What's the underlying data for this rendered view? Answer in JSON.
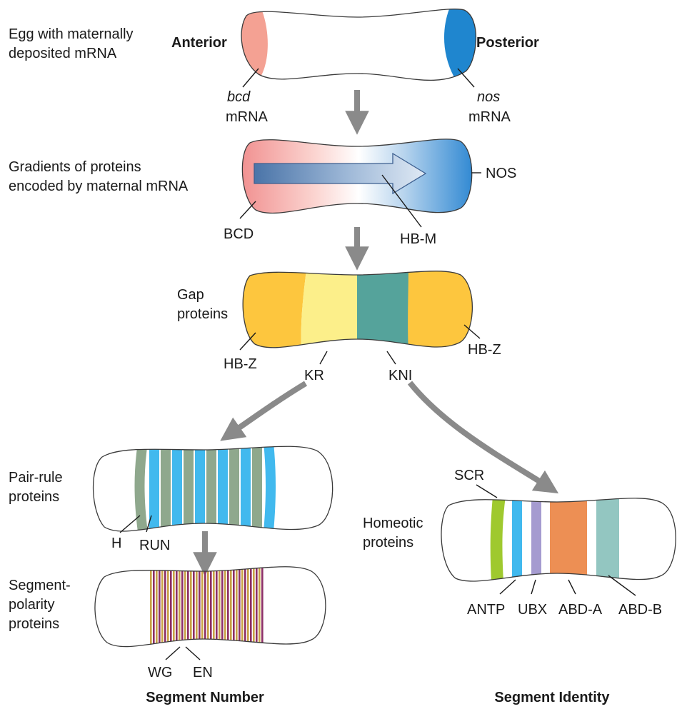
{
  "stage1": {
    "label_line1": "Egg with maternally",
    "label_line2": "deposited mRNA",
    "anterior": "Anterior",
    "posterior": "Posterior",
    "bcd_italic": "bcd",
    "bcd_mrna": "mRNA",
    "nos_italic": "nos",
    "nos_mrna": "mRNA",
    "colors": {
      "anterior_cap": "#f4a193",
      "posterior_cap": "#1f86cf"
    }
  },
  "stage2": {
    "label_line1": "Gradients of proteins",
    "label_line2": "encoded by maternal mRNA",
    "bcd": "BCD",
    "nos": "NOS",
    "hbm": "HB-M",
    "colors": {
      "pink": "#f08c8c",
      "blue": "#1f7fcf",
      "arrow_dark": "#4a74a8",
      "arrow_light": "#dfe9f4"
    }
  },
  "stage3": {
    "label_line1": "Gap",
    "label_line2": "proteins",
    "hbz_left": "HB-Z",
    "hbz_right": "HB-Z",
    "kr": "KR",
    "kni": "KNI",
    "colors": {
      "hb": "#fdc63e",
      "kr": "#fcef8a",
      "kni": "#55a39b"
    }
  },
  "stage4": {
    "label_line1": "Pair-rule",
    "label_line2": "proteins",
    "h": "H",
    "run": "RUN",
    "colors": {
      "h": "#8fa88d",
      "run": "#41b9ee"
    }
  },
  "stage5": {
    "label_line1": "Segment-",
    "label_line2": "polarity",
    "label_line3": "proteins",
    "wg": "WG",
    "en": "EN",
    "colors": {
      "wg": "#c9a246",
      "en": "#8d2f66"
    }
  },
  "stage6": {
    "label_line1": "Homeotic",
    "label_line2": "proteins",
    "scr": "SCR",
    "antp": "ANTP",
    "ubx": "UBX",
    "abda": "ABD-A",
    "abdb": "ABD-B",
    "colors": {
      "scr": "#9fc92e",
      "antp": "#41b9ee",
      "ubx": "#a59bd0",
      "abda": "#ed8f54",
      "abdb": "#93c6c1"
    }
  },
  "footer": {
    "segment_number": "Segment Number",
    "segment_identity": "Segment Identity"
  },
  "arrow_color": "#8a8a8a"
}
